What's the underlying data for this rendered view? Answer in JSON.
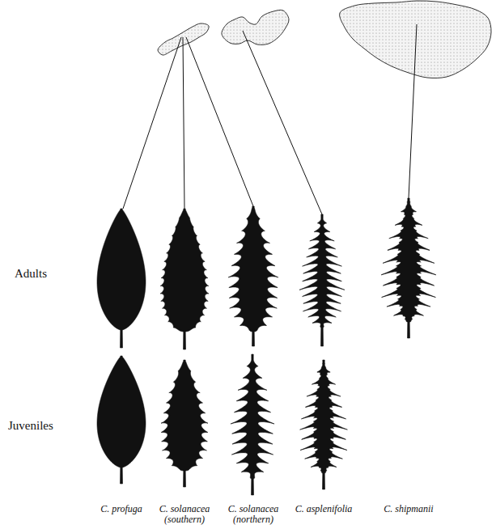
{
  "diagram": {
    "labels": [
      "Adults",
      "Juveniles",
      "C. profuga",
      "C. solanacea (southern)",
      "C. solanacea (northern)",
      "C. asplenifolia",
      "C. shipmanii"
    ]
  }
}
